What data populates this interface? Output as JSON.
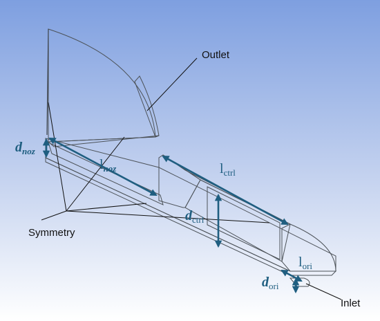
{
  "labels": {
    "outlet": "Outlet",
    "symmetry": "Symmetry",
    "inlet": "Inlet"
  },
  "dimensions": {
    "d_noz": {
      "base": "d",
      "sub": "noz"
    },
    "l_noz": {
      "base": "l",
      "sub": "noz"
    },
    "l_ctrl": {
      "base": "l",
      "sub": "ctrl"
    },
    "d_ctrl": {
      "base": "d",
      "sub": "ctrl"
    },
    "l_ori": {
      "base": "l",
      "sub": "ori"
    },
    "d_ori": {
      "base": "d",
      "sub": "ori"
    }
  },
  "colors": {
    "background_top": "#7e9fe0",
    "background_bottom": "#ffffff",
    "solid_face": "#b9bdc4",
    "solid_dark": "#8e949c",
    "dimension": "#1f5e80"
  }
}
